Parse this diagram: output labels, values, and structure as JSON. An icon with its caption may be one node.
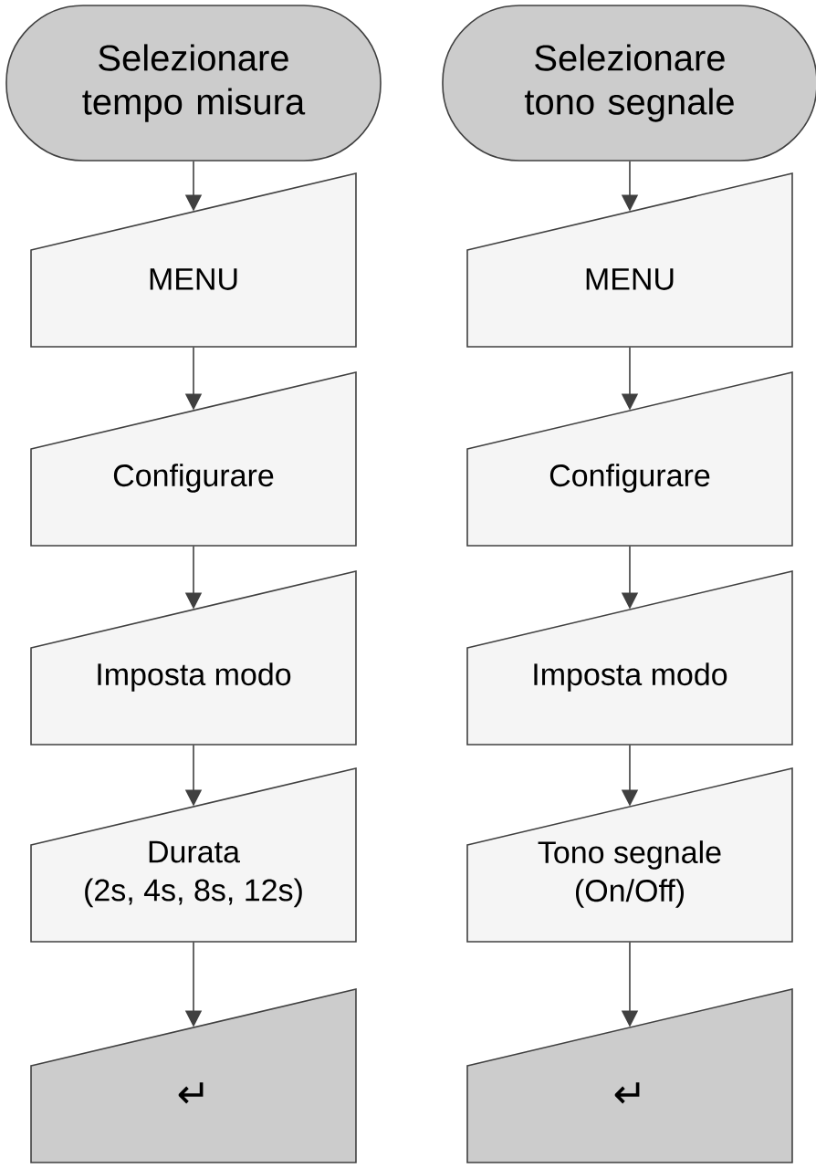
{
  "diagram": {
    "nodes": [
      {
        "text": [
          "Selezionare tempo misura"
        ]
      },
      {
        "text": [
          "MENU"
        ]
      },
      {
        "text": [
          "Configurare"
        ]
      },
      {
        "text": [
          "Imposta modo"
        ]
      },
      {
        "text": [
          "Durata",
          "(2s, 4s, 8s, 12s)"
        ]
      },
      {
        "text": [
          "↵"
        ]
      },
      {
        "text": [
          "Selezionare tono segnale"
        ]
      },
      {
        "text": [
          "MENU"
        ]
      },
      {
        "text": [
          "Configurare"
        ]
      },
      {
        "text": [
          "Imposta modo"
        ]
      },
      {
        "text": [
          "Tono segnale",
          "(On/Off)"
        ]
      },
      {
        "text": [
          "↵"
        ]
      }
    ],
    "edges": [
      {
        "from": 0,
        "to": 1,
        "arrow": "to"
      },
      {
        "from": 1,
        "to": 2,
        "arrow": "to"
      },
      {
        "from": 2,
        "to": 3,
        "arrow": "to"
      },
      {
        "from": 3,
        "to": 4,
        "arrow": "to"
      },
      {
        "from": 4,
        "to": 5,
        "arrow": "to"
      },
      {
        "from": 6,
        "to": 7,
        "arrow": "to"
      },
      {
        "from": 7,
        "to": 8,
        "arrow": "to"
      },
      {
        "from": 8,
        "to": 9,
        "arrow": "to"
      },
      {
        "from": 9,
        "to": 10,
        "arrow": "to"
      },
      {
        "from": 10,
        "to": 11,
        "arrow": "to"
      }
    ]
  }
}
